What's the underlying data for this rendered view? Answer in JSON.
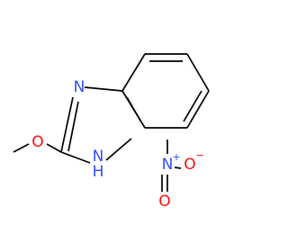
{
  "structure": {
    "atoms": {
      "n_imine": "N",
      "nh": "H",
      "nh_n": "N",
      "o_methoxy": "O",
      "n_nitro": "N",
      "o_nitro_top": "O",
      "o_nitro_bottom": "O",
      "plus": "+",
      "minus": "−"
    },
    "colors": {
      "bond": "#000000",
      "N": "#3050F8",
      "O": "#FF0D0D"
    }
  }
}
